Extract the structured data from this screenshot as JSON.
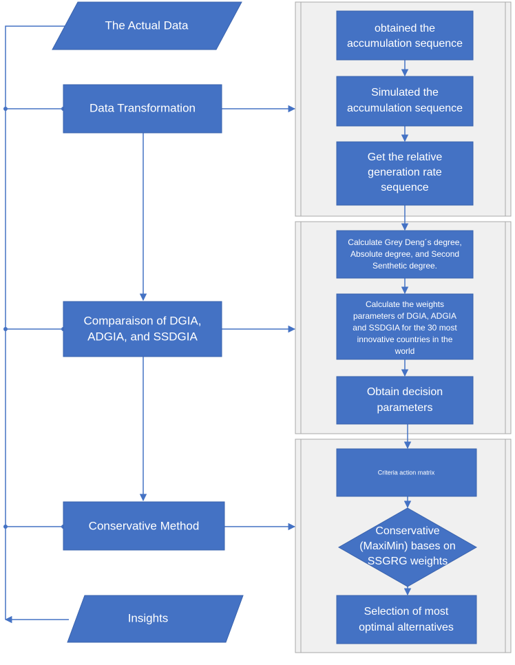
{
  "colors": {
    "node_fill": "#4472c4",
    "node_stroke": "#3a63ad",
    "panel_fill": "#f0f0f0",
    "panel_stroke": "#a8a8a8",
    "connector": "#4472c4",
    "text": "#ffffff"
  },
  "left_column": {
    "actual_data": "The Actual Data",
    "data_transformation": "Data Transformation",
    "comparison": {
      "line1": "Comparaison of DGIA,",
      "line2": "ADGIA, and SSDGIA"
    },
    "conservative_method": "Conservative Method",
    "insights": "Insights"
  },
  "panel_1": {
    "step1": {
      "line1": "obtained the",
      "line2": "accumulation sequence"
    },
    "step2": {
      "line1": "Simulated the",
      "line2": "accumulation sequence"
    },
    "step3": {
      "line1": "Get the relative",
      "line2": "generation rate",
      "line3": "sequence"
    }
  },
  "panel_2": {
    "step1": {
      "line1": "Calculate Grey Deng´s degree,",
      "line2": "Absolute degree, and Second",
      "line3": "Senthetic degree."
    },
    "step2": {
      "line1": "Calculate the weights",
      "line2": "parameters of DGIA, ADGIA",
      "line3": "and SSDGIA for the 30 most",
      "line4": "innovative countries in the",
      "line5": "world"
    },
    "step3": {
      "line1": "Obtain decision",
      "line2": "parameters"
    }
  },
  "panel_3": {
    "step1": "Criteria action matrix",
    "decision": {
      "line1": "Conservative",
      "line2": "(MaxiMin) bases on",
      "line3": "SSGRG weights"
    },
    "step3": {
      "line1": "Selection of most",
      "line2": "optimal alternatives"
    }
  }
}
